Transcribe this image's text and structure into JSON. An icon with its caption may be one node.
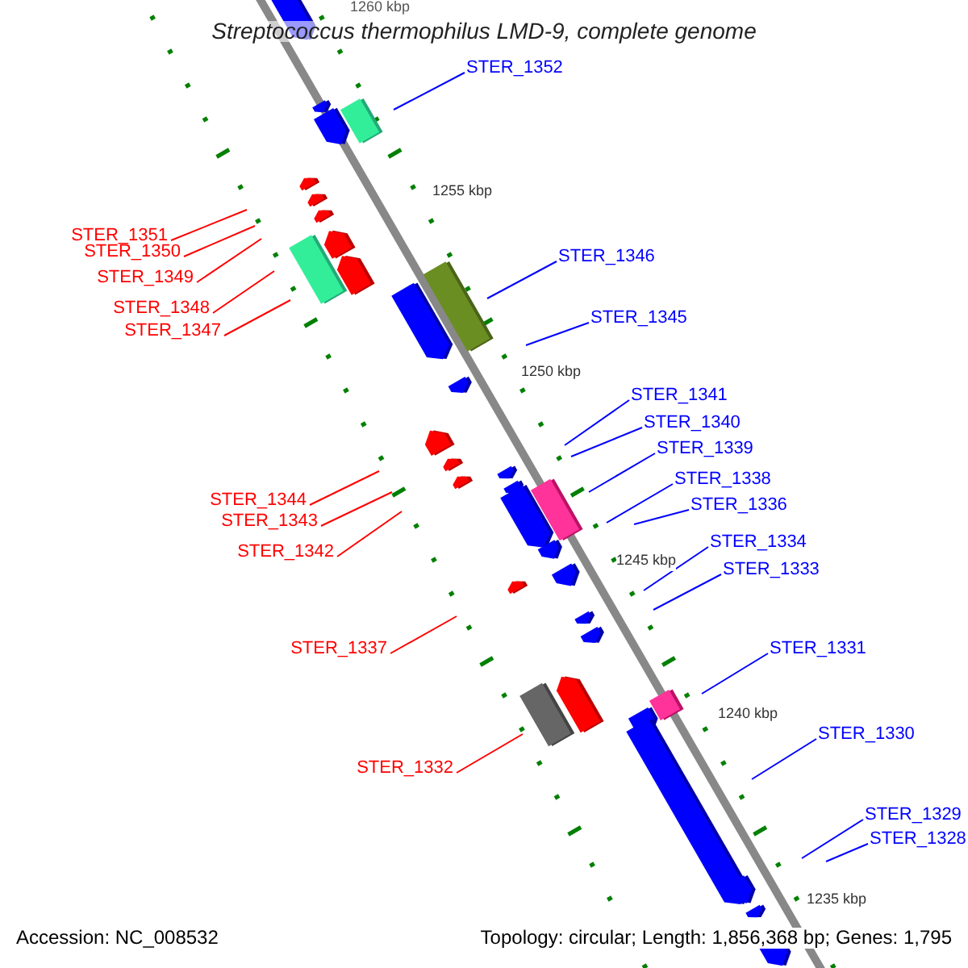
{
  "diagram": {
    "title": "Streptococcus thermophilus LMD-9, complete genome",
    "nodes": [
      {
        "text": [
          "STER_1352"
        ]
      },
      {
        "text": [
          "STER_1351"
        ]
      },
      {
        "text": [
          "STER_1350"
        ]
      },
      {
        "text": [
          "STER_1346"
        ]
      },
      {
        "text": [
          "STER_1349"
        ]
      },
      {
        "text": [
          "STER_1348"
        ]
      },
      {
        "text": [
          "STER_1345"
        ]
      },
      {
        "text": [
          "STER_1347"
        ]
      },
      {
        "text": [
          "STER_1341"
        ]
      },
      {
        "text": [
          "STER_1340"
        ]
      },
      {
        "text": [
          "STER_1339"
        ]
      },
      {
        "text": [
          "STER_1338"
        ]
      },
      {
        "text": [
          "STER_1344"
        ]
      },
      {
        "text": [
          "STER_1336"
        ]
      },
      {
        "text": [
          "STER_1343"
        ]
      },
      {
        "text": [
          "STER_1334"
        ]
      },
      {
        "text": [
          "STER_1342"
        ]
      },
      {
        "text": [
          "STER_1333"
        ]
      },
      {
        "text": [
          "STER_1337"
        ]
      },
      {
        "text": [
          "STER_1331"
        ]
      },
      {
        "text": [
          "STER_1330"
        ]
      },
      {
        "text": [
          "STER_1332"
        ]
      },
      {
        "text": [
          "STER_1329"
        ]
      },
      {
        "text": [
          "STER_1328"
        ]
      }
    ],
    "edges": [
      {
        "from": 0,
        "to": null,
        "arrow": "none"
      },
      {
        "from": 1,
        "to": null,
        "arrow": "none",
        "color": "#ff0000"
      },
      {
        "from": 2,
        "to": null,
        "arrow": "none",
        "color": "#ff0000"
      },
      {
        "from": 3,
        "to": null,
        "arrow": "none"
      },
      {
        "from": 4,
        "to": null,
        "arrow": "none",
        "color": "#ff0000"
      },
      {
        "from": 5,
        "to": null,
        "arrow": "none",
        "color": "#ff0000"
      },
      {
        "from": 6,
        "to": null,
        "arrow": "none"
      },
      {
        "from": 7,
        "to": null,
        "arrow": "none",
        "color": "#ff0000"
      },
      {
        "from": 8,
        "to": null,
        "arrow": "none"
      },
      {
        "from": 9,
        "to": null,
        "arrow": "none"
      },
      {
        "from": 10,
        "to": null,
        "arrow": "none"
      },
      {
        "from": 11,
        "to": null,
        "arrow": "none"
      },
      {
        "from": 12,
        "to": null,
        "arrow": "none",
        "color": "#ff0000"
      },
      {
        "from": 13,
        "to": null,
        "arrow": "none"
      },
      {
        "from": 14,
        "to": null,
        "arrow": "none",
        "color": "#ff0000"
      },
      {
        "from": 15,
        "to": null,
        "arrow": "none"
      },
      {
        "from": 16,
        "to": null,
        "arrow": "none",
        "color": "#ff0000"
      },
      {
        "from": 17,
        "to": null,
        "arrow": "none"
      },
      {
        "from": 18,
        "to": null,
        "arrow": "none",
        "color": "#ff0000"
      },
      {
        "from": 19,
        "to": null,
        "arrow": "none"
      },
      {
        "from": 20,
        "to": null,
        "arrow": "none"
      },
      {
        "from": 21,
        "to": null,
        "arrow": "none",
        "color": "#ff0000"
      },
      {
        "from": 22,
        "to": null,
        "arrow": "none"
      },
      {
        "from": 23,
        "to": null,
        "arrow": "none"
      }
    ],
    "labels": [
      "1260 kbp",
      "1255 kbp",
      "1250 kbp",
      "1245 kbp",
      "1240 kbp",
      "1235 kbp",
      "Accession: NC_008532",
      "Topology: circular; Length: 1,856,368 bp; Genes: 1,795"
    ]
  }
}
